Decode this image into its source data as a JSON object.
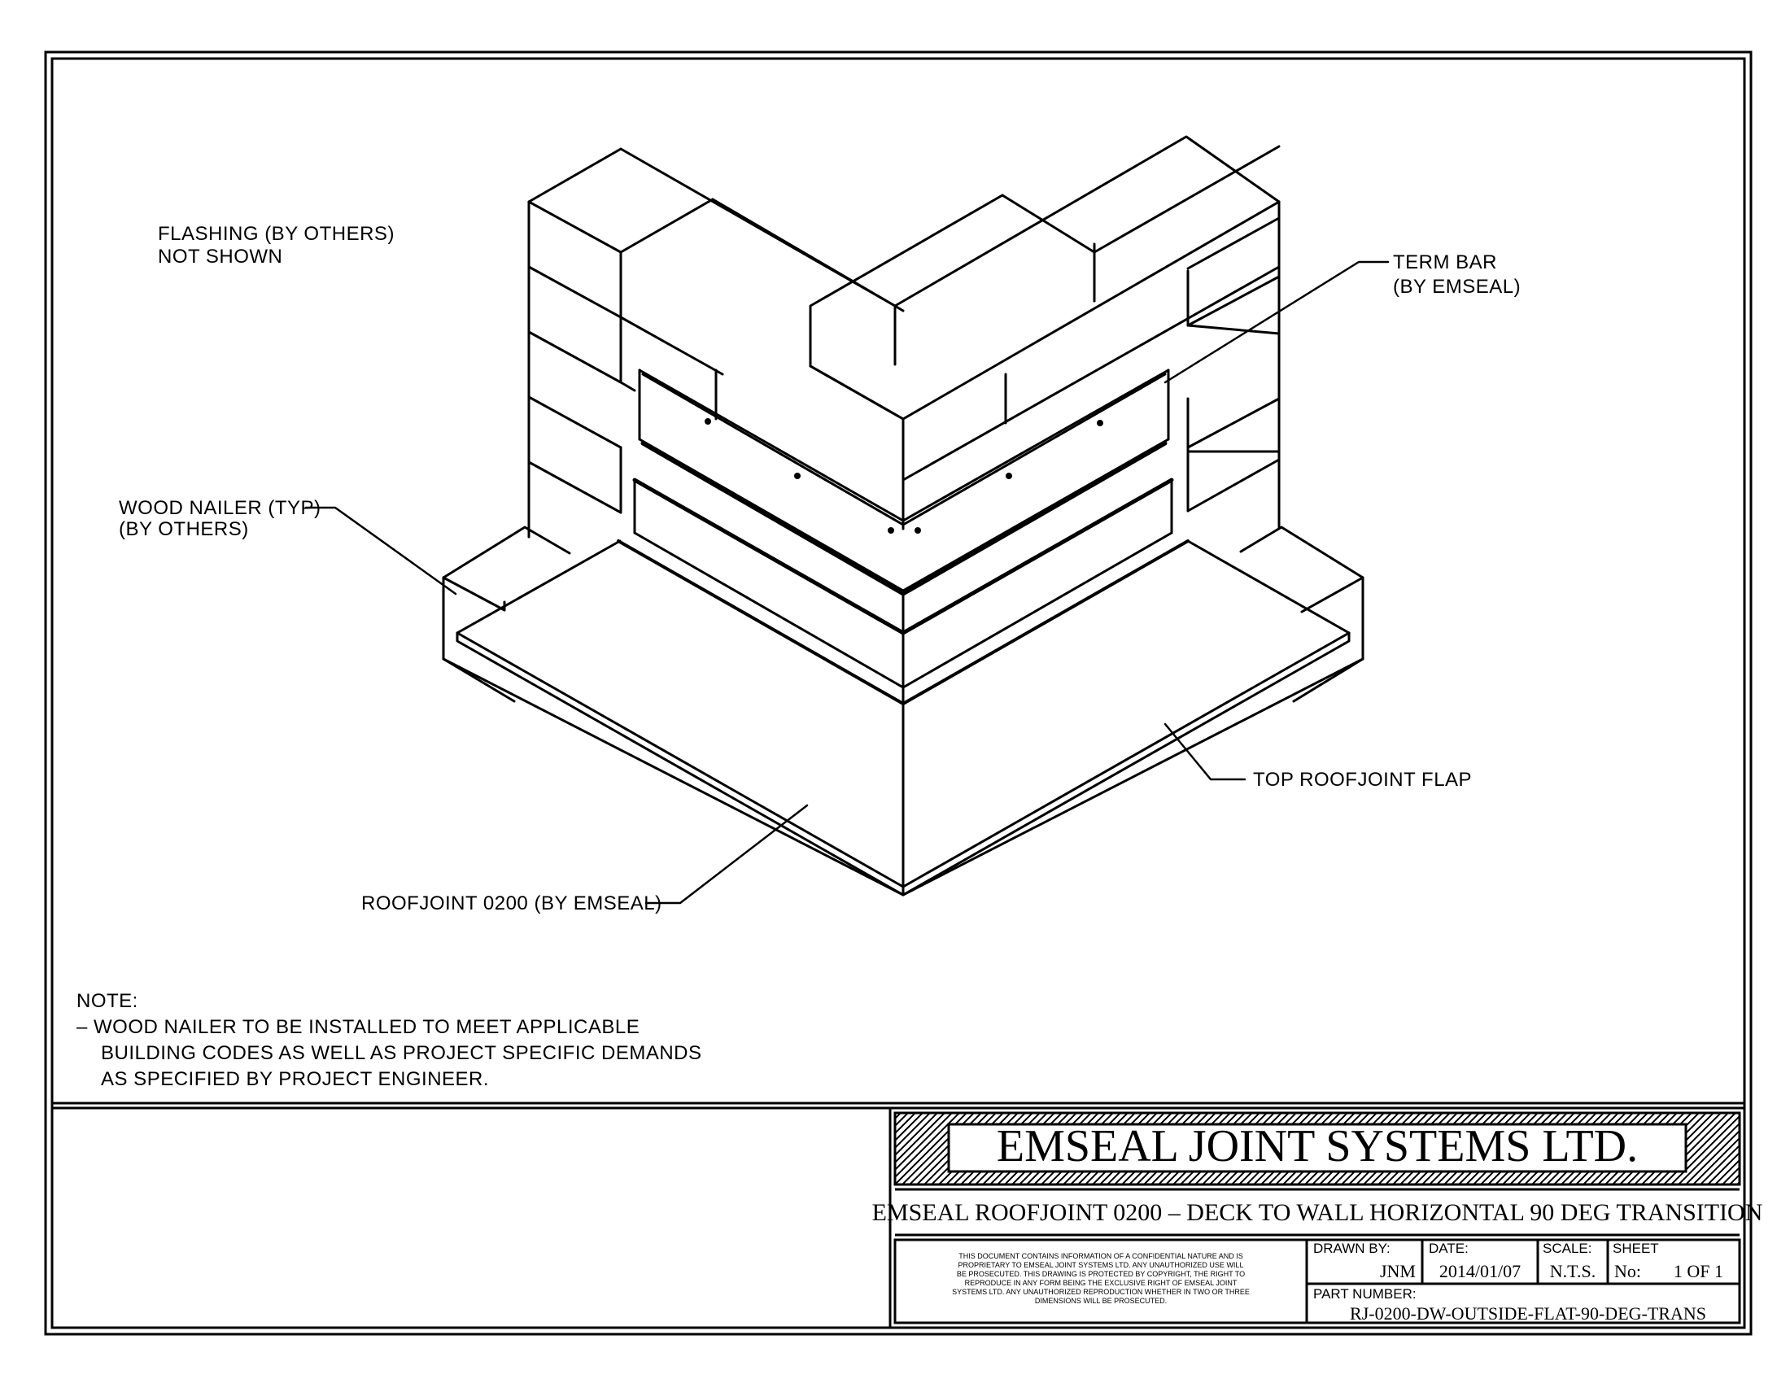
{
  "labels": {
    "flashing_line1": "FLASHING (BY OTHERS)",
    "flashing_line2": "NOT SHOWN",
    "term_bar_line1": "TERM BAR",
    "term_bar_line2": "(BY EMSEAL)",
    "wood_nailer_line1": "WOOD NAILER (TYP)",
    "wood_nailer_line2": "(BY OTHERS)",
    "top_flap": "TOP ROOFJOINT FLAP",
    "roofjoint": "ROOFJOINT 0200 (BY EMSEAL)"
  },
  "note": {
    "heading": "NOTE:",
    "line1": "– WOOD NAILER TO BE INSTALLED TO MEET APPLICABLE",
    "line2": "BUILDING CODES AS WELL AS PROJECT SPECIFIC DEMANDS",
    "line3": "AS SPECIFIED BY PROJECT ENGINEER."
  },
  "title_block": {
    "company": "EMSEAL JOINT SYSTEMS LTD.",
    "drawing_title": "EMSEAL ROOFJOINT 0200 – DECK TO WALL HORIZONTAL 90 DEG TRANSITION",
    "legal": [
      "THIS DOCUMENT CONTAINS INFORMATION OF A CONFIDENTIAL NATURE AND IS",
      "PROPRIETARY TO EMSEAL JOINT SYSTEMS LTD. ANY UNAUTHORIZED USE WILL",
      "BE PROSECUTED. THIS DRAWING IS PROTECTED BY COPYRIGHT, THE RIGHT TO",
      "REPRODUCE IN ANY FORM BEING THE EXCLUSIVE RIGHT OF EMSEAL JOINT",
      "SYSTEMS LTD. ANY UNAUTHORIZED REPRODUCTION WHETHER IN TWO OR THREE",
      "DIMENSIONS WILL BE PROSECUTED."
    ],
    "drawn_by_label": "DRAWN BY:",
    "drawn_by": "JNM",
    "date_label": "DATE:",
    "date": "2014/01/07",
    "scale_label": "SCALE:",
    "scale": "N.T.S.",
    "sheet_label": "SHEET",
    "sheet_no_label": "No:",
    "sheet": "1 OF 1",
    "part_number_label": "PART NUMBER:",
    "part_number": "RJ-0200-DW-OUTSIDE-FLAT-90-DEG-TRANS"
  }
}
